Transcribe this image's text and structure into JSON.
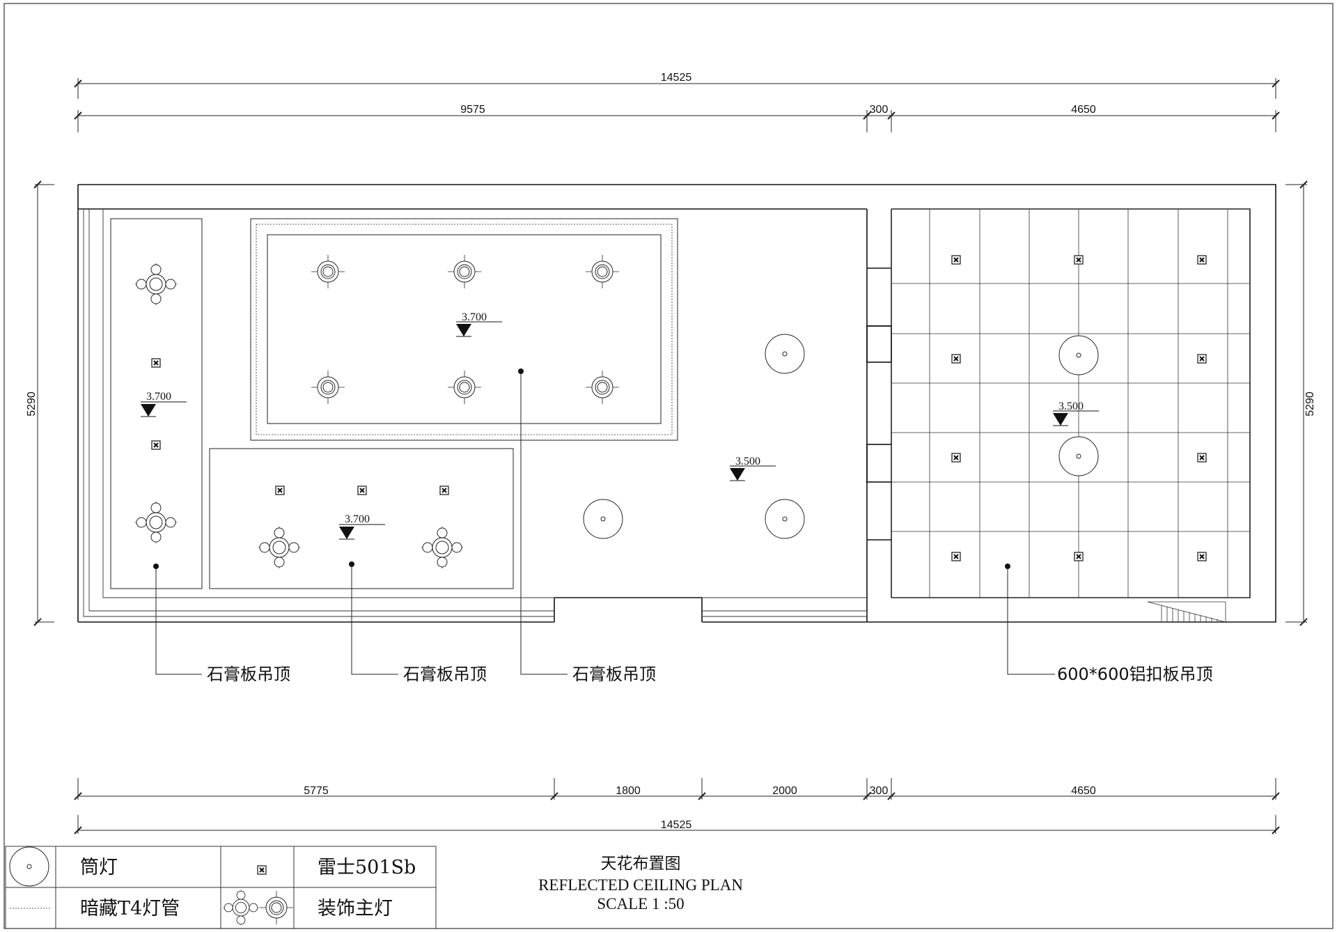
{
  "dimensions": {
    "top_total": "14525",
    "top_segments": [
      "9575",
      "300",
      "4650"
    ],
    "bottom_segments": [
      "5775",
      "1800",
      "2000",
      "300",
      "4650"
    ],
    "bottom_total": "14525",
    "left_height": "5290",
    "right_height": "5290"
  },
  "elevations": {
    "left_strip": "3.700",
    "upper_panel": "3.700",
    "lower_panel": "3.700",
    "open_area": "3.500",
    "right_room": "3.500"
  },
  "callouts": [
    "石膏板吊顶",
    "石膏板吊顶",
    "石膏板吊顶",
    "600*600铝扣板吊顶"
  ],
  "title_block": {
    "title_cn": "天花布置图",
    "title_en": "REFLECTED CEILING PLAN",
    "scale": "SCALE 1 :50"
  },
  "legend": {
    "downlight": "筒灯",
    "hidden_t4": "暗藏T4灯管",
    "nvc_501sb": "雷士501Sb",
    "main_light": "装饰主灯"
  }
}
